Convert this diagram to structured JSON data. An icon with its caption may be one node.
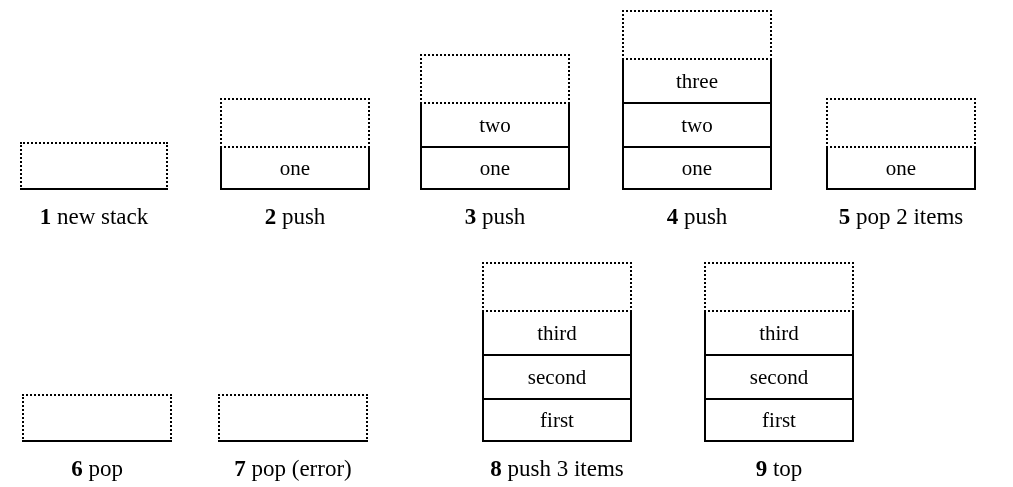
{
  "diagram": {
    "nodes": [
      {
        "text": [],
        "shape": "box"
      },
      {
        "text": [],
        "shape": "box"
      },
      {
        "text": [
          "one"
        ]
      },
      {
        "text": [],
        "shape": "box"
      },
      {
        "text": [
          "two"
        ]
      },
      {
        "text": [
          "one"
        ]
      },
      {
        "text": [],
        "shape": "box"
      },
      {
        "text": [
          "three"
        ]
      },
      {
        "text": [
          "two"
        ]
      },
      {
        "text": [
          "one"
        ]
      },
      {
        "text": [],
        "shape": "box"
      },
      {
        "text": [
          "one"
        ]
      },
      {
        "text": [],
        "shape": "box"
      },
      {
        "text": [],
        "shape": "box"
      },
      {
        "text": [],
        "shape": "box"
      },
      {
        "text": [
          "third"
        ]
      },
      {
        "text": [
          "second"
        ]
      },
      {
        "text": [
          "first"
        ]
      },
      {
        "text": [],
        "shape": "box"
      },
      {
        "text": [
          "third"
        ]
      },
      {
        "text": [
          "second"
        ]
      },
      {
        "text": [
          "first"
        ]
      }
    ],
    "edges": [],
    "labels": [
      "**1** new stack",
      "**2** push",
      "**3** push",
      "**4** push",
      "**5** pop 2 items",
      "**6** pop",
      "**7** pop (error)",
      "**8** push 3 items",
      "**9** top"
    ]
  }
}
